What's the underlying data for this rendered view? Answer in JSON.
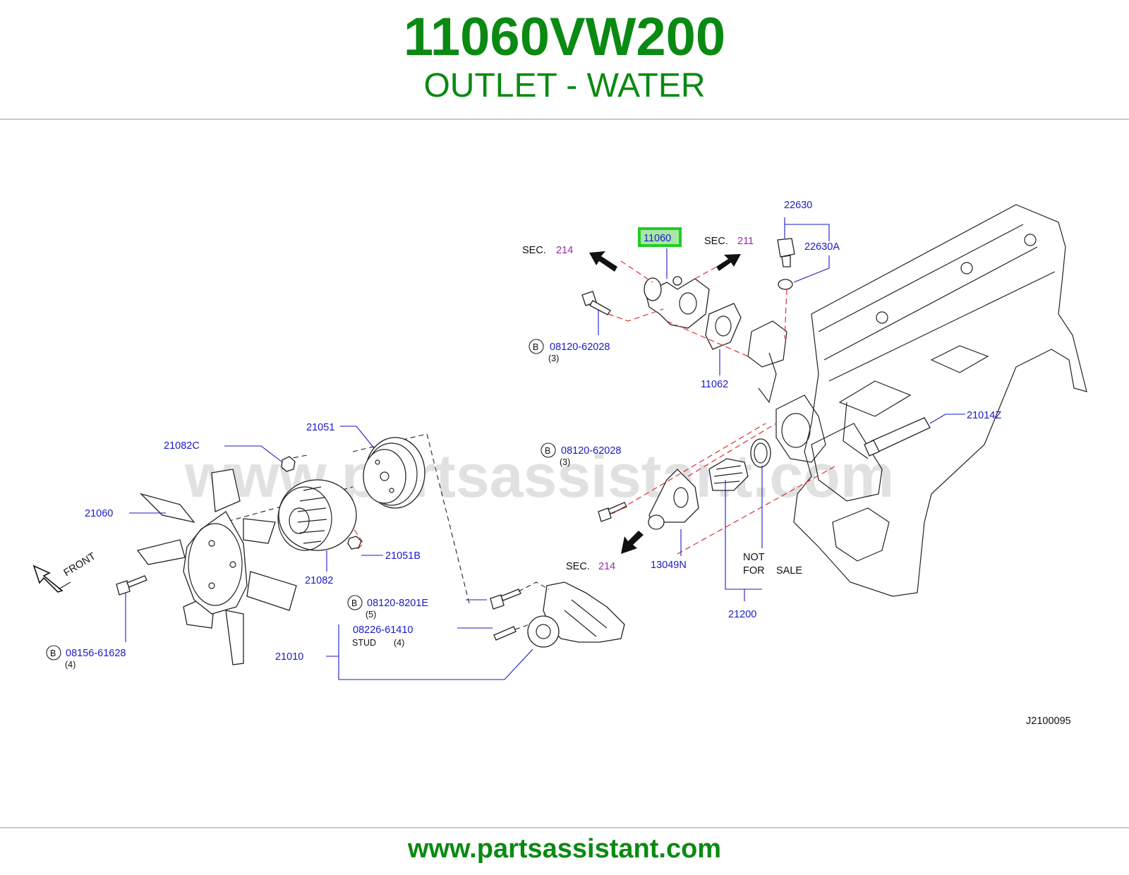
{
  "header": {
    "part_number": "11060VW200",
    "part_name": "OUTLET - WATER"
  },
  "footer": {
    "url": "www.partsassistant.com"
  },
  "diagram": {
    "watermark": "www.partsassistant.com",
    "diagram_id": "J2100095",
    "highlight_color": "#22cc22",
    "labels": {
      "p11060": "11060",
      "p22630": "22630",
      "p22630A": "22630A",
      "p11062": "11062",
      "p21014Z": "21014Z",
      "p21051": "21051",
      "p21082C": "21082C",
      "p21060": "21060",
      "p21051B": "21051B",
      "p21082": "21082",
      "p13049N": "13049N",
      "p21200": "21200",
      "p21010": "21010",
      "bolt_top": "08120-62028",
      "bolt_top_qty": "(3)",
      "bolt_mid": "08120-62028",
      "bolt_mid_qty": "(3)",
      "bolt_pump": "08120-8201E",
      "bolt_pump_qty": "(5)",
      "stud": "08226-61410",
      "stud_text": "STUD",
      "stud_qty": "(4)",
      "bolt_fan": "08156-61628",
      "bolt_fan_qty": "(4)",
      "b_marker": "B",
      "sec_word": "SEC.",
      "sec214a": "214",
      "sec211": "211",
      "sec214b": "214",
      "not": "NOT",
      "for": "FOR",
      "sale": "SALE",
      "front": "FRONT"
    }
  }
}
